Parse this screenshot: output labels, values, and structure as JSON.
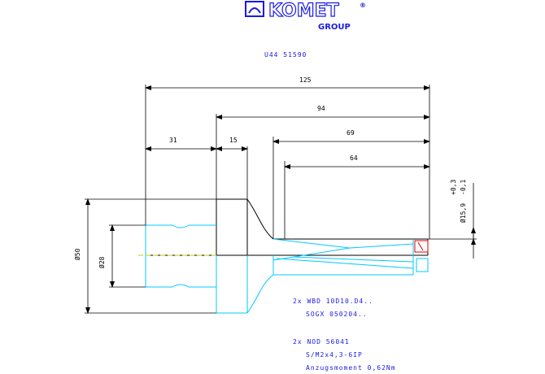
{
  "logo": {
    "brand": "KOMET",
    "registered": "®",
    "group": "GROUP"
  },
  "part_number": "U44 51590",
  "dimensions": {
    "overall_length": "125",
    "length_94": "94",
    "length_69": "69",
    "length_64": "64",
    "shank_length": "31",
    "step_length": "15",
    "outer_diameter": "Ø50",
    "shank_diameter": "Ø28",
    "bore_diameter": "Ø15,9",
    "bore_tol_upper": "+0,3",
    "bore_tol_lower": "-0,1"
  },
  "notes": {
    "line1": "2x WBD 10D10.D4..",
    "line2": "SOGX 050204..",
    "line3": "2x NOD 56041",
    "line4": "S/M2x4,3-6IP",
    "line5": "Anzugsmoment 0,62Nm"
  },
  "colors": {
    "blue": "#1a1ae6",
    "cyan": "#00c8ff",
    "dim": "#000000",
    "insert": "#e60000",
    "center": "#c8c800"
  }
}
